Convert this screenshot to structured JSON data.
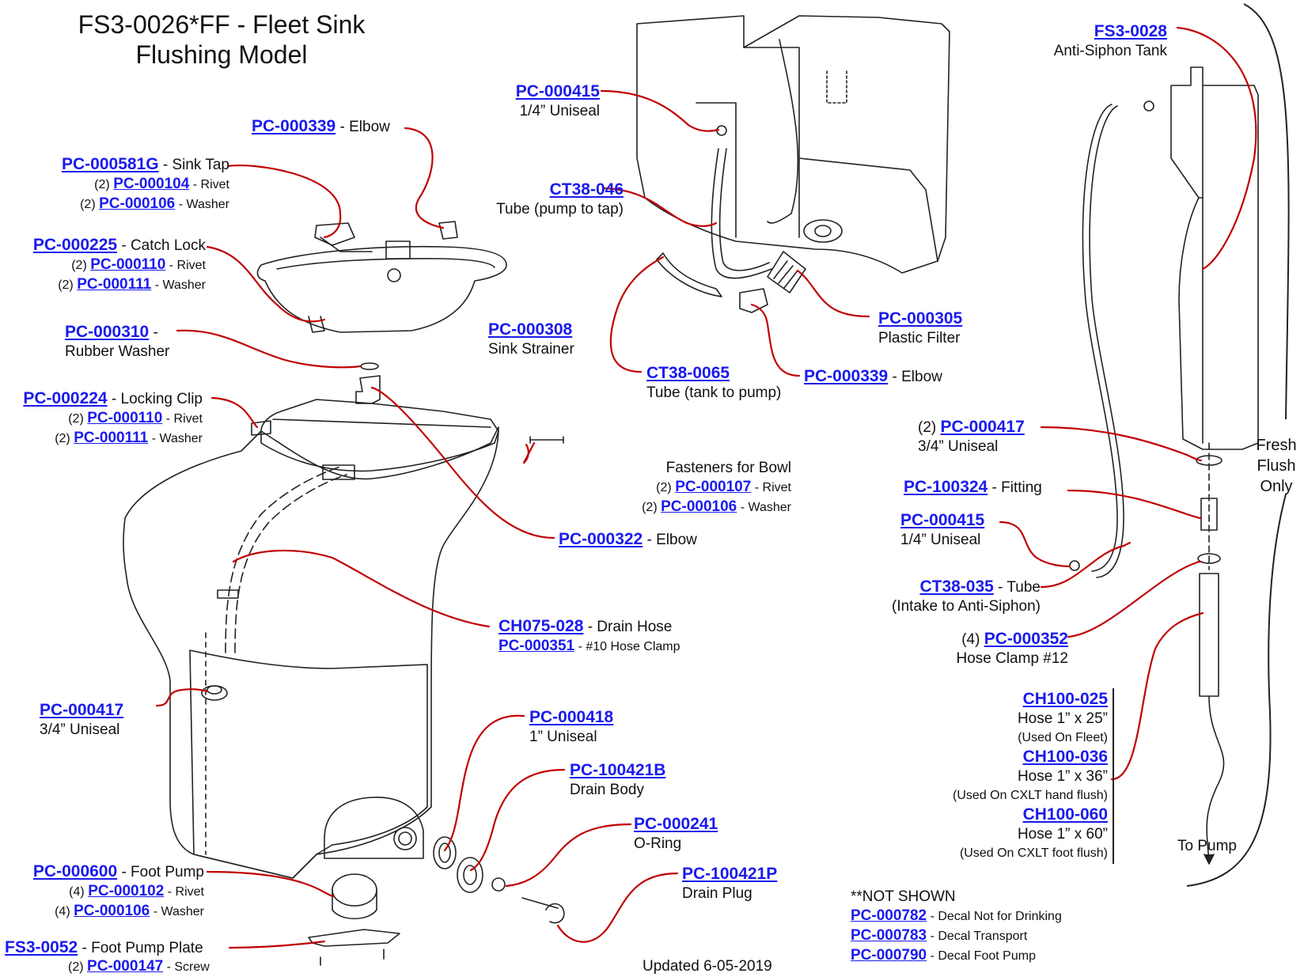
{
  "title": {
    "line1": "FS3-0026*FF - Fleet Sink",
    "line2": "Flushing Model"
  },
  "parts": {
    "elbow_339_top": {
      "pn": "PC-000339",
      "desc": "- Elbow"
    },
    "sink_tap": {
      "pn": "PC-000581G",
      "desc": "- Sink Tap",
      "sub": [
        {
          "qty": "(2)",
          "pn": "PC-000104",
          "desc": "- Rivet"
        },
        {
          "qty": "(2)",
          "pn": "PC-000106",
          "desc": "- Washer"
        }
      ]
    },
    "catch_lock": {
      "pn": "PC-000225",
      "desc": "- Catch Lock",
      "sub": [
        {
          "qty": "(2)",
          "pn": "PC-000110",
          "desc": "- Rivet"
        },
        {
          "qty": "(2)",
          "pn": "PC-000111",
          "desc": "- Washer"
        }
      ]
    },
    "rubber_washer": {
      "pn": "PC-000310",
      "desc": "-",
      "line2": "Rubber Washer"
    },
    "locking_clip": {
      "pn": "PC-000224",
      "desc": "- Locking Clip",
      "sub": [
        {
          "qty": "(2)",
          "pn": "PC-000110",
          "desc": "- Rivet"
        },
        {
          "qty": "(2)",
          "pn": "PC-000111",
          "desc": "- Washer"
        }
      ]
    },
    "sink_strainer": {
      "pn": "PC-000308",
      "line2": "Sink Strainer"
    },
    "uniseal_415_top": {
      "pn": "PC-000415",
      "line2": "1/4” Uniseal"
    },
    "tube_pump_tap": {
      "pn": "CT38-046",
      "line2": "Tube (pump to tap)"
    },
    "tube_tank_pump": {
      "pn": "CT38-0065",
      "line2": "Tube (tank to pump)"
    },
    "plastic_filter": {
      "pn": "PC-000305",
      "line2": "Plastic Filter"
    },
    "elbow_339_mid": {
      "pn": "PC-000339",
      "desc": "- Elbow"
    },
    "fasteners": {
      "heading": "Fasteners for Bowl",
      "sub": [
        {
          "qty": "(2)",
          "pn": "PC-000107",
          "desc": "- Rivet"
        },
        {
          "qty": "(2)",
          "pn": "PC-000106",
          "desc": "- Washer"
        }
      ]
    },
    "elbow_322": {
      "pn": "PC-000322",
      "desc": "- Elbow"
    },
    "drain_hose": {
      "pn": "CH075-028",
      "desc": "- Drain Hose",
      "pn2": "PC-000351",
      "desc2": "- #10 Hose Clamp"
    },
    "uniseal_417_left": {
      "pn": "PC-000417",
      "line2": "3/4” Uniseal"
    },
    "uniseal_418": {
      "pn": "PC-000418",
      "line2": "1” Uniseal"
    },
    "drain_body": {
      "pn": "PC-100421B",
      "line2": "Drain Body"
    },
    "o_ring": {
      "pn": "PC-000241",
      "line2": "O-Ring"
    },
    "drain_plug": {
      "pn": "PC-100421P",
      "line2": "Drain Plug"
    },
    "foot_pump": {
      "pn": "PC-000600",
      "desc": "- Foot Pump",
      "sub": [
        {
          "qty": "(4)",
          "pn": "PC-000102",
          "desc": "- Rivet"
        },
        {
          "qty": "(4)",
          "pn": "PC-000106",
          "desc": "- Washer"
        }
      ]
    },
    "foot_pump_plate": {
      "pn": "FS3-0052",
      "desc": "- Foot Pump Plate",
      "sub": [
        {
          "qty": "(2)",
          "pn": "PC-000147",
          "desc": "- Screw"
        }
      ]
    },
    "anti_siphon_tank": {
      "pn": "FS3-0028",
      "line2": "Anti-Siphon Tank"
    },
    "uniseal_417_right": {
      "qty": "(2)",
      "pn": "PC-000417",
      "line2": "3/4” Uniseal"
    },
    "fitting": {
      "pn": "PC-100324",
      "desc": "- Fitting"
    },
    "uniseal_415_right": {
      "pn": "PC-000415",
      "line2": "1/4” Uniseal"
    },
    "tube_intake": {
      "pn": "CT38-035",
      "desc": "- Tube",
      "line2": "(Intake to Anti-Siphon)"
    },
    "hose_clamp_12": {
      "qty": "(4)",
      "pn": "PC-000352",
      "line2": "Hose Clamp #12"
    },
    "hoses": [
      {
        "pn": "CH100-025",
        "line2": "Hose 1” x 25”",
        "line3": "(Used On Fleet)"
      },
      {
        "pn": "CH100-036",
        "line2": "Hose 1” x 36”",
        "line3": "(Used On CXLT hand flush)"
      },
      {
        "pn": "CH100-060",
        "line2": "Hose 1” x 60”",
        "line3": "(Used On CXLT foot flush)"
      }
    ]
  },
  "fresh_flush": [
    "Fresh",
    "Flush",
    "Only"
  ],
  "to_pump": "To Pump",
  "not_shown": {
    "heading": "**NOT SHOWN",
    "items": [
      {
        "pn": "PC-000782",
        "desc": "- Decal Not for Drinking"
      },
      {
        "pn": "PC-000783",
        "desc": "- Decal Transport"
      },
      {
        "pn": "PC-000790",
        "desc": "- Decal Foot Pump"
      }
    ]
  },
  "updated": "Updated 6-05-2019",
  "colors": {
    "leader": "#c00000",
    "link": "#1a1aee",
    "outline": "#222222"
  }
}
